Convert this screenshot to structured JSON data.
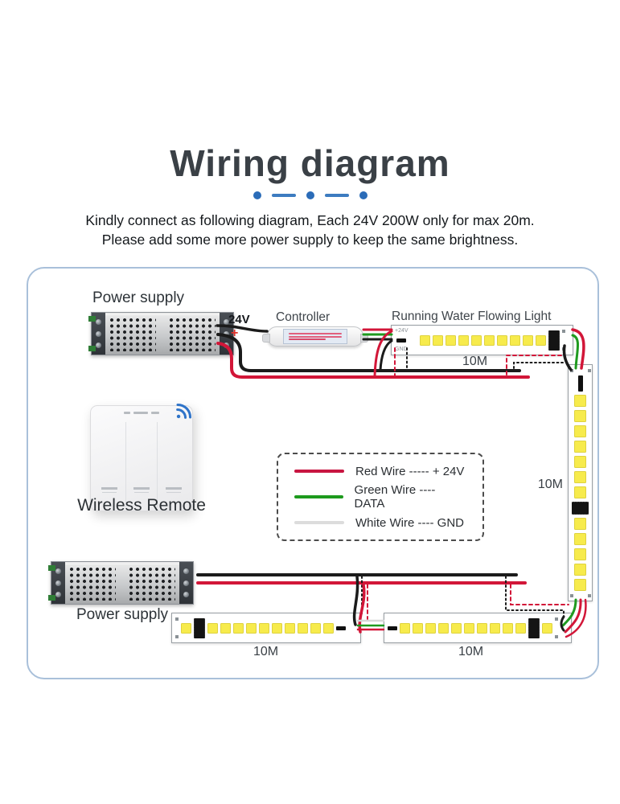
{
  "title": "Wiring diagram",
  "subtitle_line1": "Kindly connect as following diagram, Each 24V 200W only for max 20m.",
  "subtitle_line2": "Please add some more power supply to keep the same brightness.",
  "top_section": {
    "power_supply_label": "Power supply",
    "voltage_label": "24V",
    "plus_label": "+",
    "controller_label": "Controller",
    "strip_title": "Running Water Flowing Light",
    "strip_marking_plus": "+24V",
    "strip_marking_gnd": "GND",
    "strip_length": "10M",
    "vertical_strip_length": "10M"
  },
  "remote": {
    "label": "Wireless Remote"
  },
  "legend": {
    "items": [
      {
        "name": "red-wire",
        "label": "Red Wire ----- + 24V",
        "color": "#c81541"
      },
      {
        "name": "green-wire",
        "label": "Green Wire ---- DATA",
        "color": "#1d9a1d"
      },
      {
        "name": "white-wire",
        "label": "White Wire ---- GND",
        "color": "#dcdcdc"
      }
    ]
  },
  "bottom_section": {
    "power_supply_label": "Power supply",
    "strip1_length": "10M",
    "strip2_length": "10M"
  },
  "colors": {
    "accent_blue": "#2b6cb8",
    "panel_border": "#a9c0da",
    "wire_red": "#d21638",
    "wire_green": "#1f9a1f",
    "wire_black": "#1b1b1b",
    "wire_white": "#d8d8d8",
    "led_yellow": "#f7eb4c"
  }
}
